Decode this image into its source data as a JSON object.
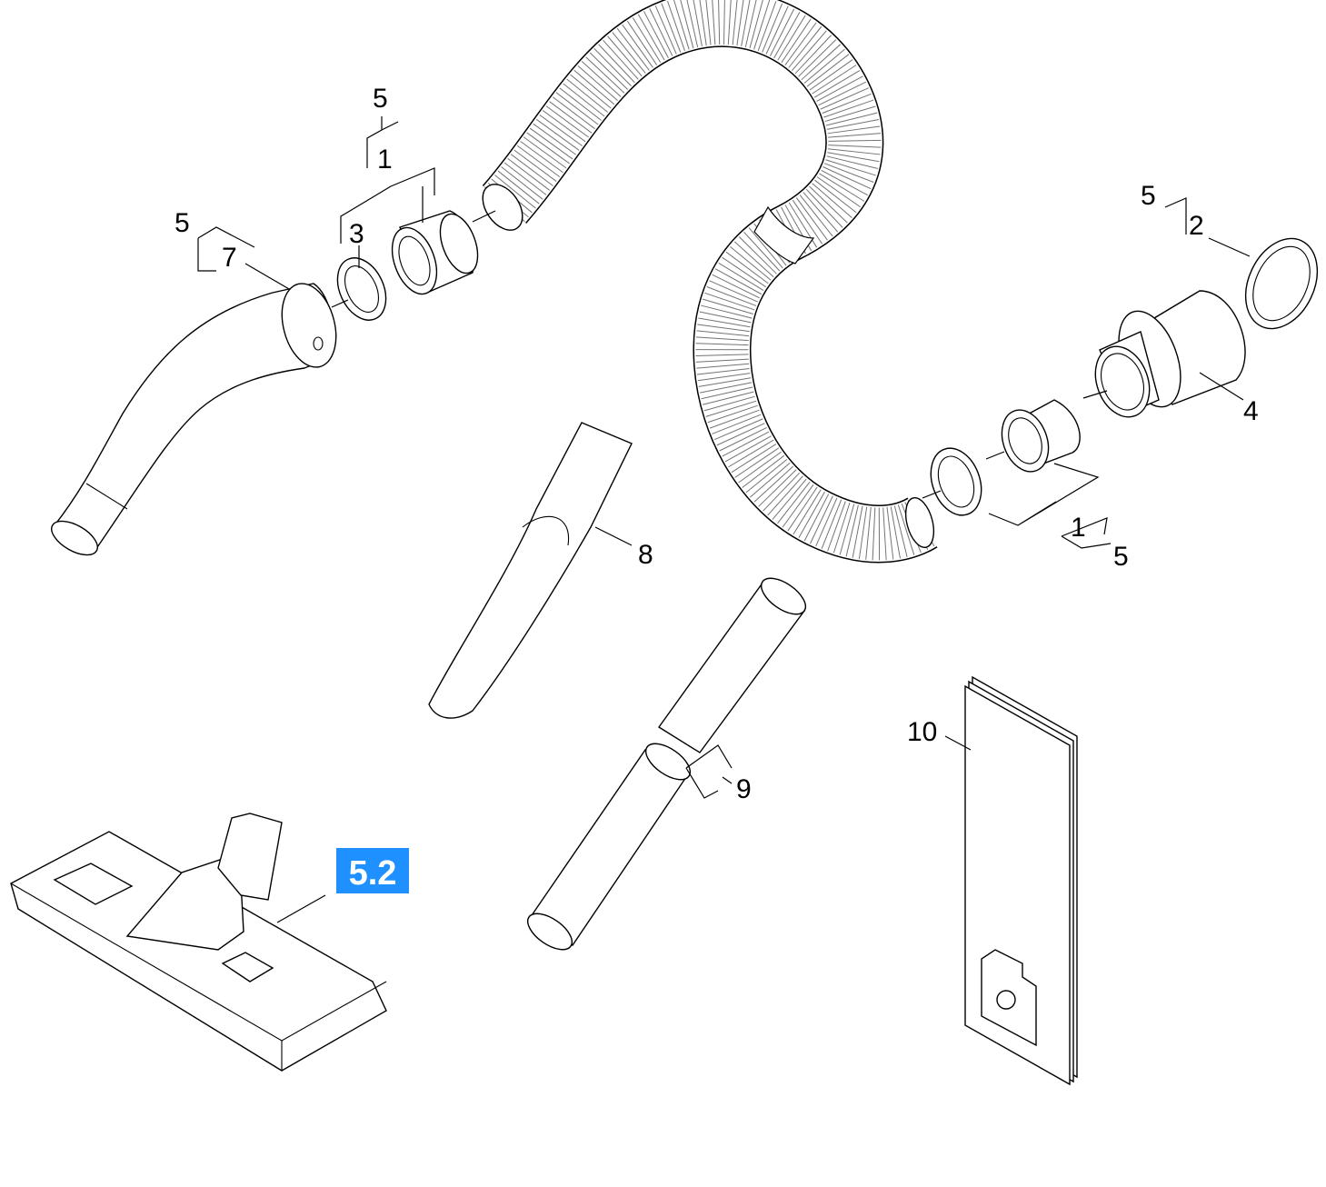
{
  "diagram": {
    "callouts": {
      "handle_group": "5",
      "handle_part": "7",
      "hose_left_group": "5",
      "hose_left_kit": "1",
      "ring_left": "3",
      "hose_right_group": "5",
      "ring_right": "2",
      "adapter": "4",
      "hose_right_kit": "1",
      "hose_right_kit_group": "5",
      "crevice_nozzle": "8",
      "suction_tube": "9",
      "filter_bag": "10"
    },
    "badge": {
      "label": "5.2",
      "color": "#1e90ff"
    }
  }
}
